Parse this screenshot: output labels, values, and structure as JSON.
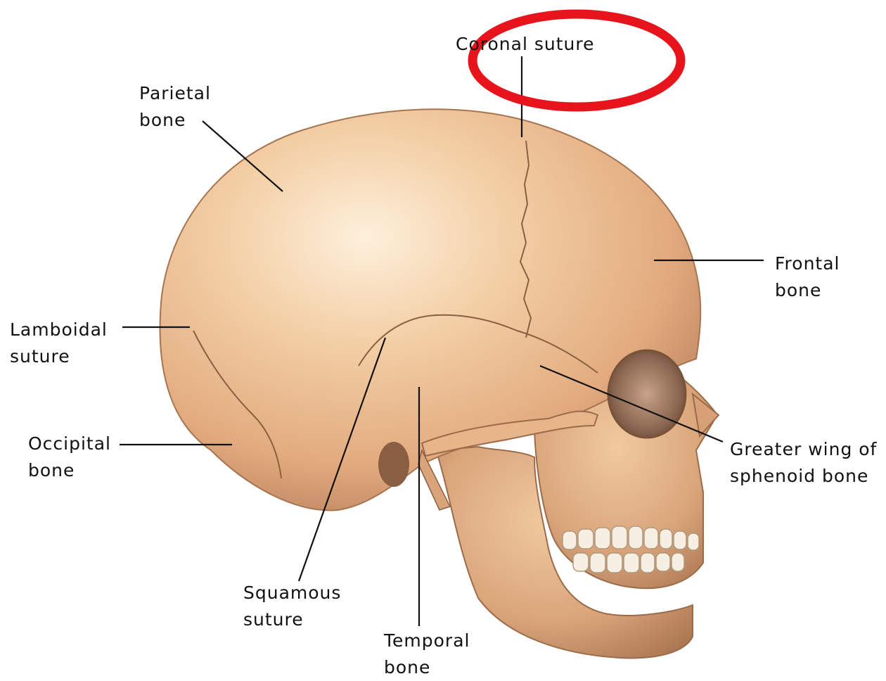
{
  "labels": {
    "coronal": "Coronal suture",
    "parietal": [
      "Parietal",
      "bone"
    ],
    "frontal": [
      "Frontal",
      "bone"
    ],
    "lamboidal": [
      "Lamboidal",
      "suture"
    ],
    "occipital": [
      "Occipital",
      "bone"
    ],
    "sphenoid": [
      "Greater wing of",
      "sphenoid bone"
    ],
    "squamous": [
      "Squamous",
      "suture"
    ],
    "temporal": [
      "Temporal",
      "bone"
    ]
  },
  "colors": {
    "bone_light": "#f8dcbc",
    "bone_mid": "#e9b98e",
    "bone_dark": "#b88563",
    "suture": "#8a6040",
    "leader_line": "#111111",
    "highlight_ring": "#e8141b",
    "label_text": "#111111"
  },
  "highlight": {
    "target": "coronal"
  }
}
